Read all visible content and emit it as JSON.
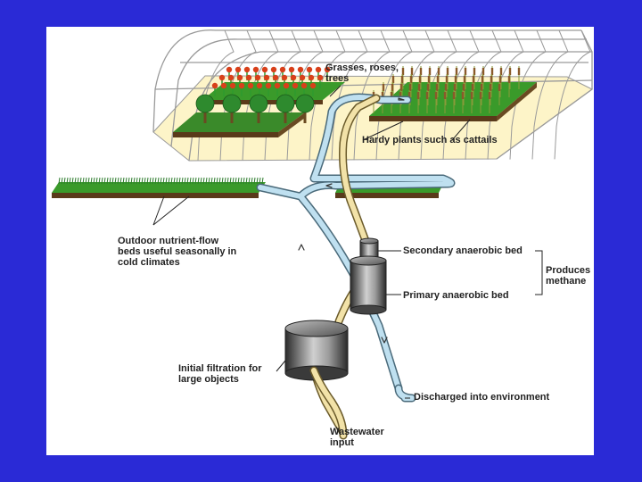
{
  "labels": {
    "grasses": "Grasses, roses, trees",
    "hardy": "Hardy plants such as cattails",
    "outdoor": "Outdoor nutrient-flow beds useful seasonally in cold climates",
    "secondary": "Secondary anaerobic bed",
    "primary": "Primary anaerobic bed",
    "methane": "Produces methane",
    "filtration": "Initial filtration for large objects",
    "discharged": "Discharged into environment",
    "wastewater": "Wastewater input"
  },
  "colors": {
    "background": "#2a2ad6",
    "panel": "#ffffff",
    "greenhouse_frame": "#9a9a9a",
    "greenhouse_floor": "#fdf4c8",
    "plant_green": "#2e9a2e",
    "bed_soil": "#5a3a1a",
    "flower_red": "#d8401a",
    "clean_pipe": "#bfe0f0",
    "waste_pipe": "#f2e2a8",
    "tank_dark": "#3a3a3a",
    "tank_light": "#c8c8c8"
  }
}
